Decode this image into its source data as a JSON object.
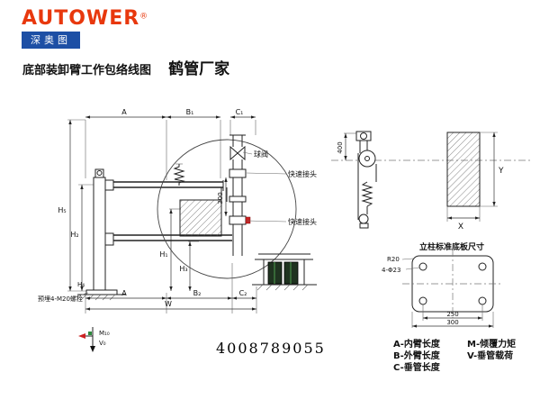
{
  "header": {
    "logo": {
      "brand": "AUTOWER",
      "reg": "®",
      "sub": "深奥图"
    },
    "title": "底部装卸臂工作包络线图",
    "subtitle": "鹤管厂家"
  },
  "drawing": {
    "dims": {
      "a_top": "A",
      "b1": "B₁",
      "c1": "C₁",
      "a_bottom": "A",
      "b2": "B₂",
      "c2": "C₂",
      "w": "W",
      "h1": "H₁",
      "h2": "H₂",
      "h3": "H₃",
      "h4": "H₄",
      "h5": "H₅",
      "pipe_300": "300",
      "side_400": "400",
      "x": "X",
      "y": "Y"
    },
    "labels": {
      "ball_valve": "球阀",
      "quick_coupling_upper": "快速接头",
      "quick_coupling_lower": "快速接头",
      "anchor_bolts": "预埋4-M20螺栓",
      "moment_symbol": "M₁₀",
      "load_symbol": "V₀"
    },
    "baseplate": {
      "title": "立柱标准底板尺寸",
      "corner_radius": "R20",
      "holes": "4-Φ23",
      "dim_inner": "250",
      "dim_outer": "300"
    }
  },
  "footer": {
    "phone": "4008789055",
    "legend": {
      "rows": [
        {
          "left": "A-内臂长度",
          "right": "M-倾覆力矩"
        },
        {
          "left": "B-外臂长度",
          "right": "V-垂管载荷"
        },
        {
          "left": "C-垂管长度",
          "right": ""
        }
      ]
    }
  },
  "colors": {
    "brand_red": "#e8380d",
    "brand_blue": "#1d4fa5",
    "line": "#1a1a1a",
    "accent_red": "#cc2222",
    "accent_green": "#2d8a3e"
  }
}
